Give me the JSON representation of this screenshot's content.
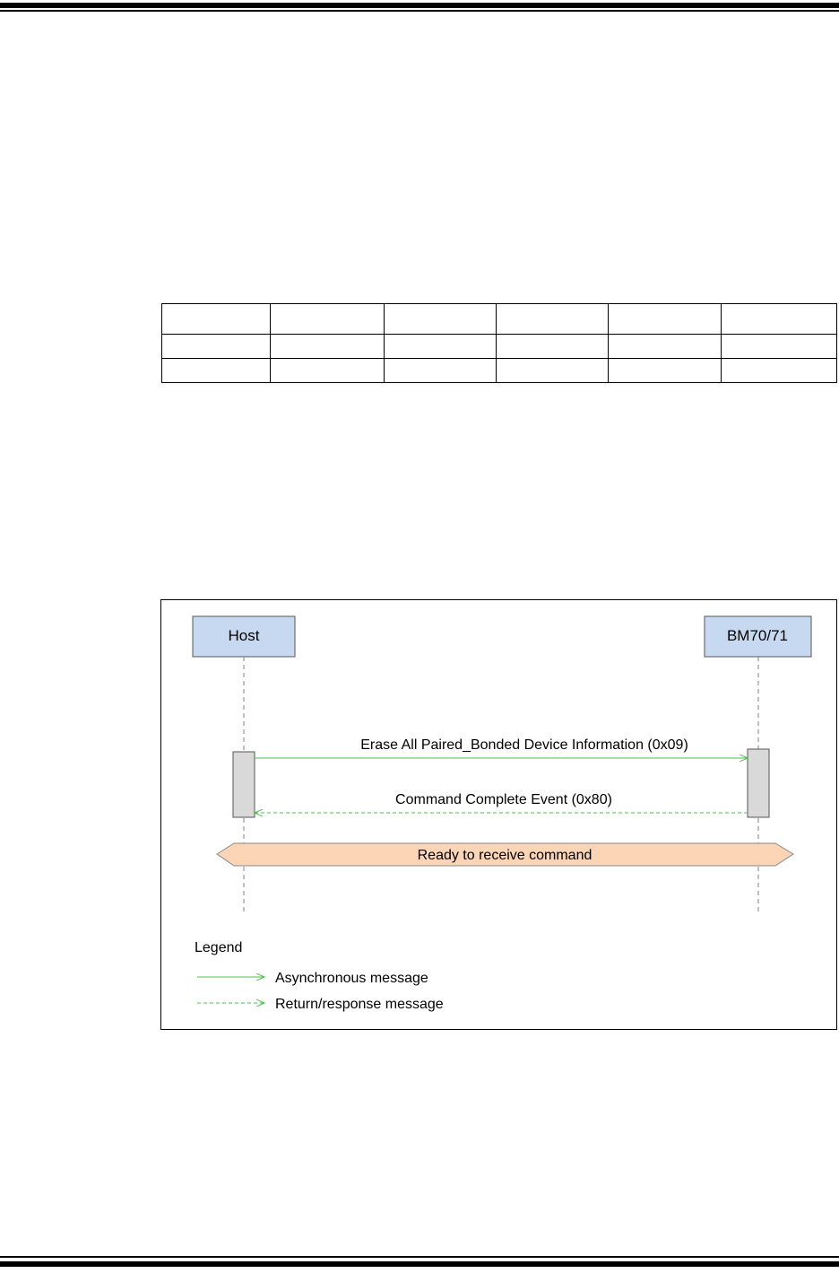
{
  "table": {
    "rows": [
      [
        "",
        "",
        "",
        "",
        "",
        ""
      ],
      [
        "",
        "",
        "",
        "",
        "",
        ""
      ],
      [
        "",
        "",
        "",
        "",
        "",
        ""
      ]
    ]
  },
  "diagram": {
    "lifelines": {
      "host": "Host",
      "device": "BM70/71"
    },
    "messages": {
      "request": "Erase All Paired_Bonded Device Information (0x09)",
      "response": "Command Complete Event (0x80)"
    },
    "state": "Ready to receive command",
    "legend": {
      "title": "Legend",
      "async": "Asynchronous message",
      "return": "Return/response message"
    },
    "colors": {
      "lifeline_box": "#c6d9f0",
      "activation": "#d9d9d9",
      "message": "#4cc04c",
      "state_fill": "#fbd5b5"
    }
  }
}
